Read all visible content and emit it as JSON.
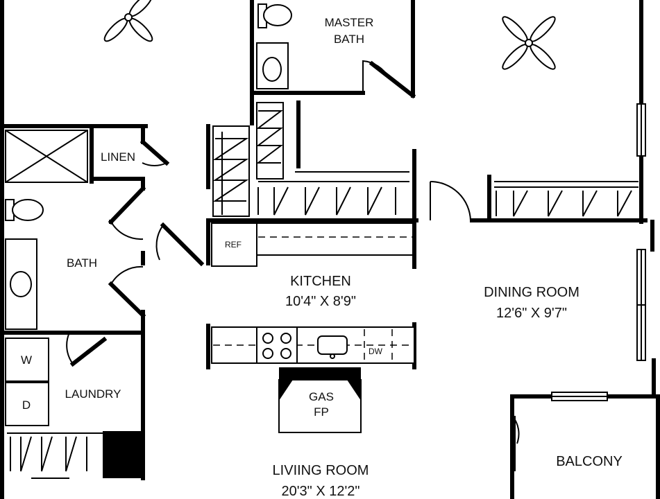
{
  "labels": {
    "master_bath": [
      "MASTER",
      "BATH"
    ],
    "linen": "LINEN",
    "bath": "BATH",
    "ref": "REF",
    "kitchen": "KITCHEN",
    "kitchen_dim": "10'4\" X 8'9\"",
    "dining": "DINING ROOM",
    "dining_dim": "12'6\" X 9'7\"",
    "washer": "W",
    "dryer": "D",
    "laundry": "LAUNDRY",
    "dw": "DW",
    "fireplace": [
      "GAS",
      "FP"
    ],
    "living": "LIVIING ROOM",
    "living_dim": "20'3\" X 12'2\"",
    "balcony": "BALCONY"
  },
  "icons": [
    "ceiling-fan-icon",
    "toilet-icon",
    "sink-icon",
    "shower-icon",
    "cooktop-icon",
    "kitchen-sink-icon"
  ]
}
